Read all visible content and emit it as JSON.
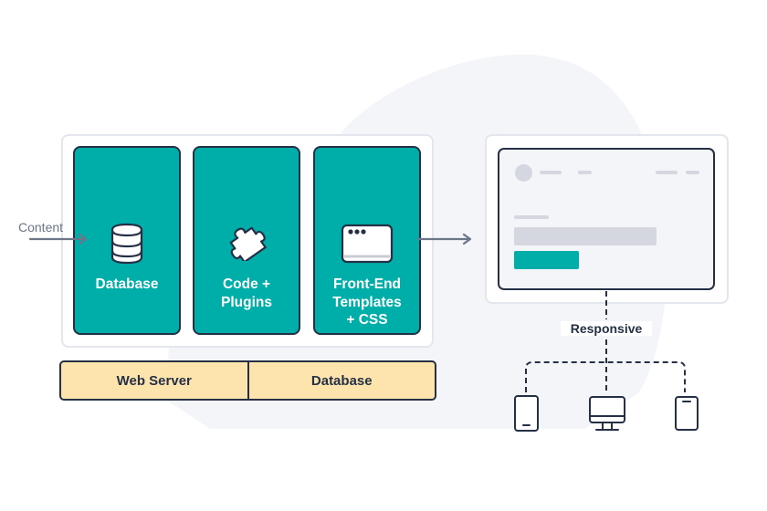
{
  "input_label": "Content",
  "cms_cards": [
    {
      "label": "Database",
      "icon": "database-icon"
    },
    {
      "label": "Code +\nPlugins",
      "icon": "puzzle-piece-icon"
    },
    {
      "label": "Front-End\nTemplates\n+ CSS",
      "icon": "browser-window-icon"
    }
  ],
  "server_layer": [
    "Web Server",
    "Database"
  ],
  "output_label": "Responsive",
  "devices": [
    "tablet-icon",
    "desktop-monitor-icon",
    "smartphone-icon"
  ],
  "colors": {
    "teal": "#00aea9",
    "navy": "#253046",
    "server_fill": "#fde4ad",
    "background_blob": "#f4f5f8",
    "placeholder_gray": "#d4d7e0",
    "arrow_gray": "#6b7689"
  }
}
